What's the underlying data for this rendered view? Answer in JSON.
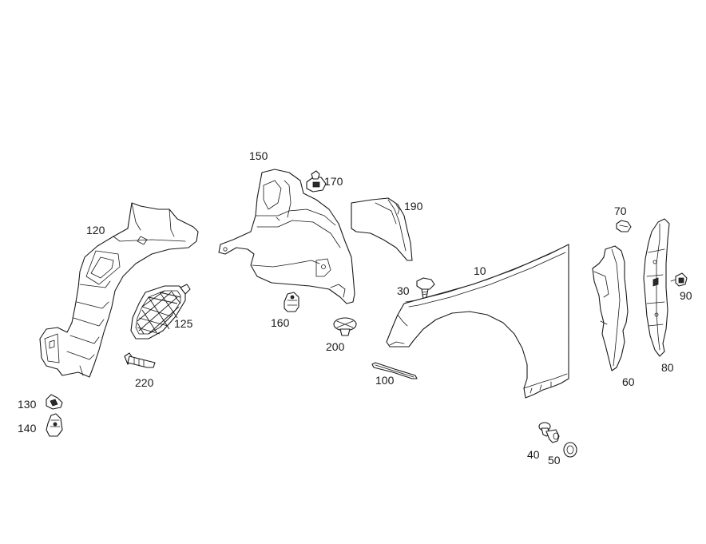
{
  "callouts": {
    "c10": "10",
    "c30": "30",
    "c40": "40",
    "c50": "50",
    "c60": "60",
    "c70": "70",
    "c80": "80",
    "c90": "90",
    "c100": "100",
    "c120": "120",
    "c125": "125",
    "c130": "130",
    "c140": "140",
    "c150": "150",
    "c160": "160",
    "c170": "170",
    "c190": "190",
    "c200": "200",
    "c220": "220"
  }
}
